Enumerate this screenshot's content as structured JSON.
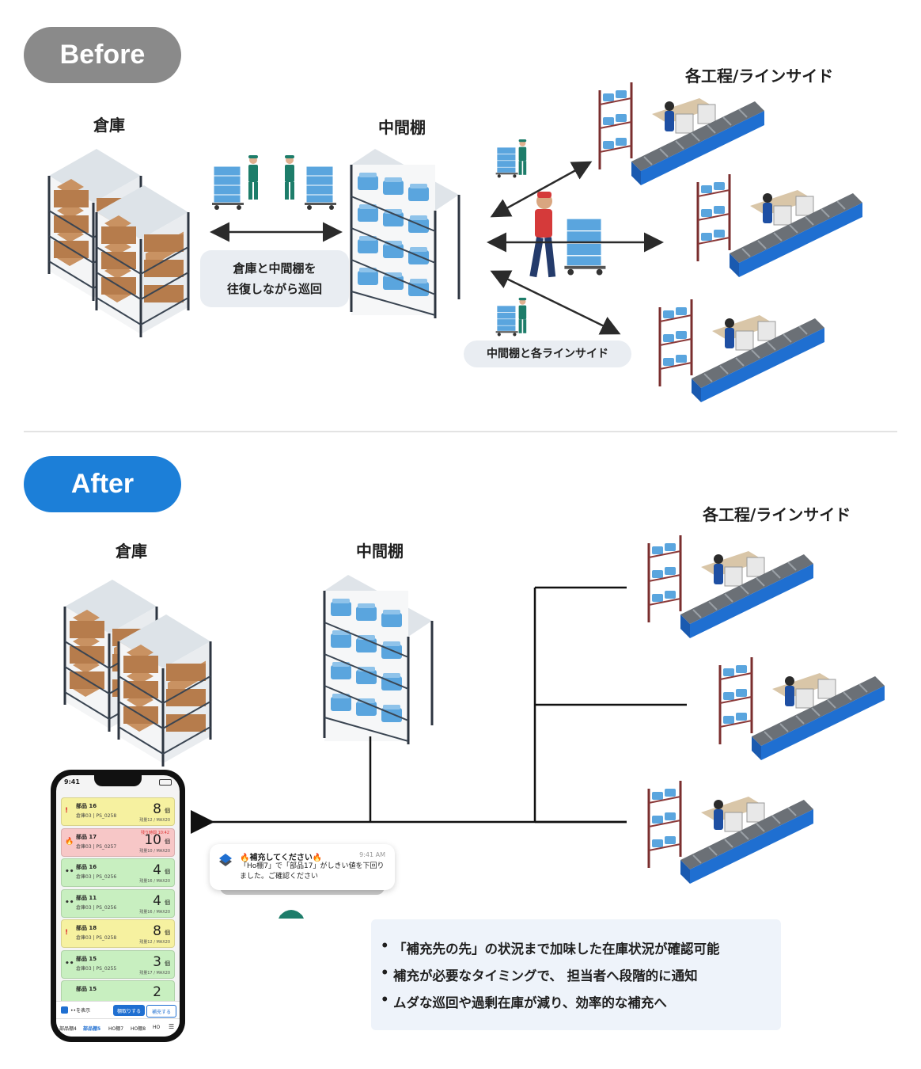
{
  "before": {
    "badge": "Before",
    "badge_color": "#8a8a8a",
    "warehouse_label": "倉庫",
    "middle_shelf_label": "中間棚",
    "line_side_label": "各工程/ラインサイド",
    "note_round_trip": [
      "倉庫と中間棚を",
      "往復しながら巡回"
    ],
    "note_shelf_to_line": "中間棚と各ラインサイド"
  },
  "after": {
    "badge": "After",
    "badge_color": "#1c7fd8",
    "warehouse_label": "倉庫",
    "middle_shelf_label": "中間棚",
    "line_side_label": "各工程/ラインサイド"
  },
  "phone": {
    "time": "9:41",
    "cards": [
      {
        "name": "部品 16",
        "sub": "倉庫03 | PS_0258",
        "count": "8",
        "unit": "個",
        "meta": "残量12 / MAX20",
        "icon": "!",
        "color": "#f6f1a0",
        "icon_color": "#d33",
        "tag": ""
      },
      {
        "name": "部品 17",
        "sub": "倉庫03 | PS_0257",
        "count": "10",
        "unit": "個",
        "meta": "残量10 / MAX20",
        "icon": "🔥",
        "color": "#f7c7c7",
        "icon_color": "#e55",
        "tag": "残り時間 10:42"
      },
      {
        "name": "部品 16",
        "sub": "倉庫03 | PS_0256",
        "count": "4",
        "unit": "個",
        "meta": "残量16 / MAX20",
        "icon": "••",
        "color": "#c8efc0",
        "icon_color": "#333",
        "tag": ""
      },
      {
        "name": "部品 11",
        "sub": "倉庫03 | PS_0256",
        "count": "4",
        "unit": "個",
        "meta": "残量16 / MAX20",
        "icon": "••",
        "color": "#c8efc0",
        "icon_color": "#333",
        "tag": ""
      },
      {
        "name": "部品 18",
        "sub": "倉庫03 | PS_0258",
        "count": "8",
        "unit": "個",
        "meta": "残量12 / MAX20",
        "icon": "!",
        "color": "#f6f1a0",
        "icon_color": "#d33",
        "tag": ""
      },
      {
        "name": "部品 15",
        "sub": "倉庫03 | PS_0255",
        "count": "3",
        "unit": "個",
        "meta": "残量17 / MAX20",
        "icon": "••",
        "color": "#c8efc0",
        "icon_color": "#333",
        "tag": ""
      },
      {
        "name": "部品 15",
        "sub": "",
        "count": "2",
        "unit": "",
        "meta": "",
        "icon": "",
        "color": "#c8efc0",
        "icon_color": "#333",
        "tag": ""
      }
    ],
    "checkbox_label": "••を表示",
    "btn_primary": "棚取りする",
    "btn_secondary": "補充する",
    "tabs": [
      "部品棚4",
      "部品棚5",
      "HO棚7",
      "HO棚8",
      "HO",
      "☰"
    ]
  },
  "notification": {
    "title": "🔥補充してください🔥",
    "time": "9:41 AM",
    "body": "「Ho棚7」で「部品17」がしきい値を下回りました。ご確認ください"
  },
  "benefits": [
    "「補充先の先」の状況まで加味した在庫状況が確認可能",
    "補充が必要なタイミングで、 担当者へ段階的に通知",
    "ムダな巡回や過剰在庫が減り、効率的な補充へ"
  ]
}
